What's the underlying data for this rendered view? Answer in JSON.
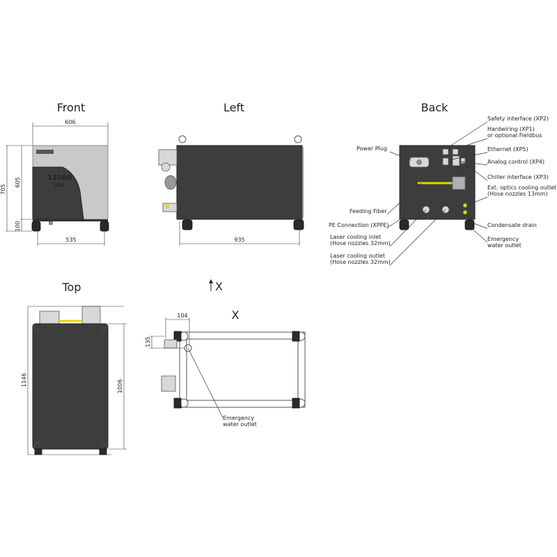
{
  "views": {
    "front": "Front",
    "left": "Left",
    "back": "Back",
    "top": "Top",
    "bottom": "X",
    "arrow": "X"
  },
  "branding": {
    "model_number": "12000",
    "logo_text": "YLS"
  },
  "dimensions": {
    "front_width": "606",
    "front_height_total": "705",
    "front_height_body": "605",
    "front_height_base": "100",
    "front_base_width": "535",
    "left_length": "935",
    "top_length_total": "1146",
    "top_length_body": "1006",
    "bottom_offset_x": "104",
    "bottom_offset_y": "135"
  },
  "back_labels": {
    "safety": "Safety interface (XP2)",
    "hardwiring_1": "Hardwiring (XP1)",
    "hardwiring_2": "or optional Fieldbus",
    "ethernet": "Ethernet (XP5)",
    "analog": "Analog control (XP4)",
    "chiller": "Chiller interface (XP3)",
    "ext_optics_1": "Ext. optics cooling outlet",
    "ext_optics_2": "(Hose nozzles 13mm)",
    "condensate": "Condensate drain",
    "emergency_1": "Emergency",
    "emergency_2": "water outlet",
    "power_plug": "Power Plug",
    "feeding_fiber": "Feeding Fiber",
    "pe_connection": "PE Connection (XPPE)",
    "inlet_1": "Laser cooling inlet",
    "inlet_2": "(Hose nozzles 32mm)",
    "outlet_1": "Laser cooling outlet",
    "outlet_2": "(Hose nozzles 32mm)"
  },
  "bottom_labels": {
    "emergency_1": "Emergency",
    "emergency_2": "water outlet"
  },
  "colors": {
    "body": "#3d3d3d",
    "panel": "#c9c9c9",
    "fiber": "#e8d400"
  }
}
